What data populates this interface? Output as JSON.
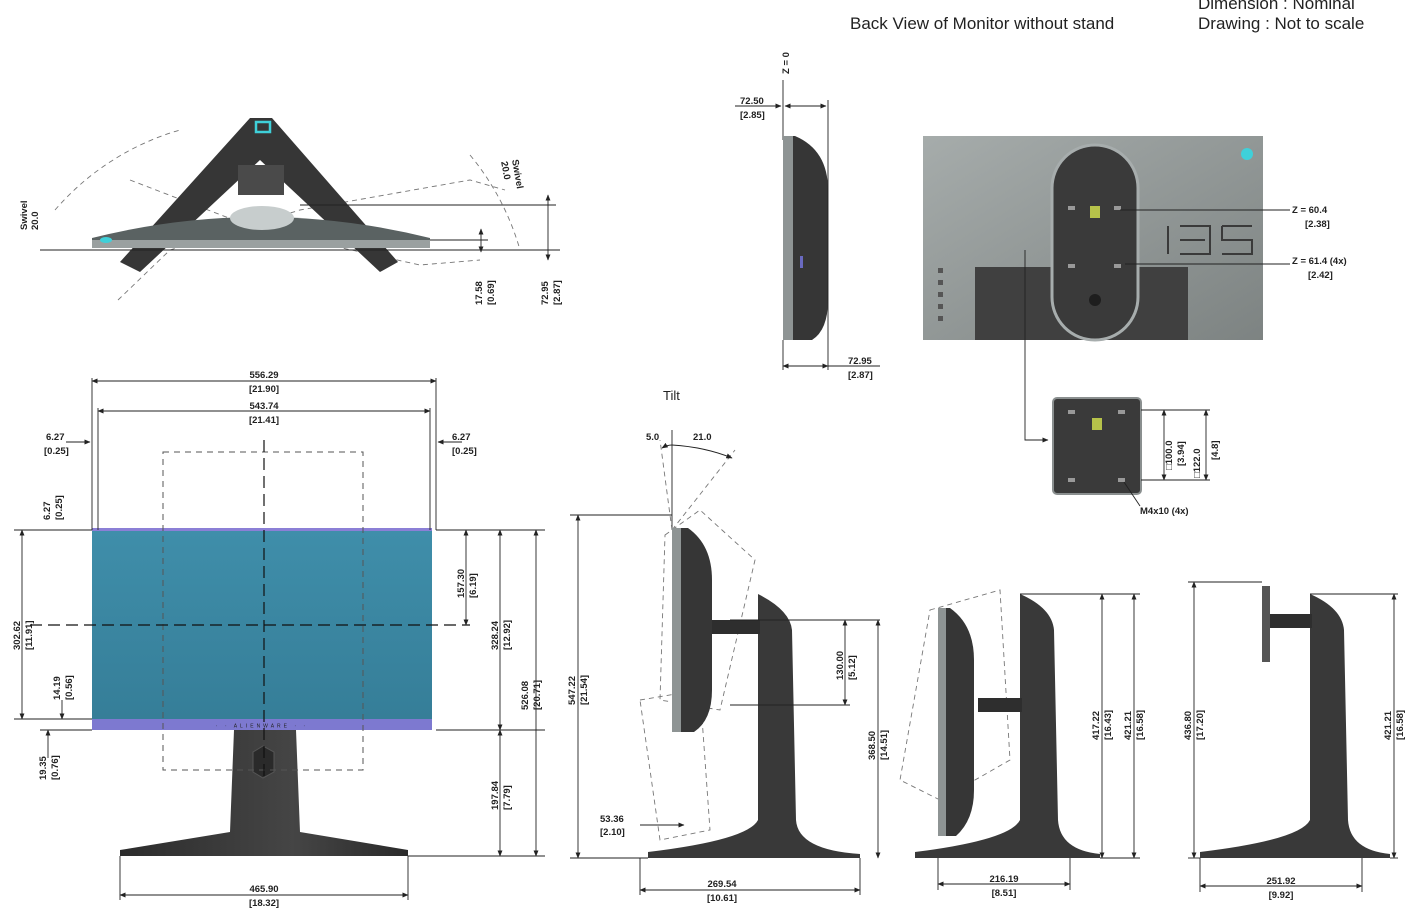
{
  "header": {
    "back_view_title": "Back View of Monitor without stand",
    "dimension_note": "Dimension : Nominal",
    "drawing_note": "Drawing : Not to scale"
  },
  "colors": {
    "screen": "#3d8aa5",
    "body": "#3a3a3a",
    "rear_panel": "#8f9594",
    "accent": "#3fd0d9",
    "screen_edge": "#8b7fd6"
  },
  "top_view": {
    "swivel_left": "Swivel\n20.0",
    "swivel_right": "Swivel\n20.0",
    "dims": [
      {
        "mm": "17.58",
        "in": "[0.69]"
      },
      {
        "mm": "72.95",
        "in": "[2.87]"
      }
    ]
  },
  "front_view": {
    "dims": [
      {
        "mm": "556.29",
        "in": "[21.90]"
      },
      {
        "mm": "543.74",
        "in": "[21.41]"
      },
      {
        "mm": "6.27",
        "in": "[0.25]"
      },
      {
        "mm": "6.27",
        "in": "[0.25]"
      },
      {
        "mm": "6.27",
        "in": "[0.25]"
      },
      {
        "mm": "302.62",
        "in": "[11.91]"
      },
      {
        "mm": "14.19",
        "in": "[0.56]"
      },
      {
        "mm": "19.35",
        "in": "[0.76]"
      },
      {
        "mm": "157.30",
        "in": "[6.19]"
      },
      {
        "mm": "328.24",
        "in": "[12.92]"
      },
      {
        "mm": "526.08",
        "in": "[20.71]"
      },
      {
        "mm": "197.84",
        "in": "[7.79]"
      },
      {
        "mm": "465.90",
        "in": "[18.32]"
      }
    ]
  },
  "side_view_top": {
    "z_label": "Z = 0",
    "dims": [
      {
        "mm": "72.50",
        "in": "[2.85]"
      },
      {
        "mm": "72.95",
        "in": "[2.87]"
      }
    ]
  },
  "back_view": {
    "callouts": [
      {
        "text": "Z = 60.4",
        "sub": "[2.38]"
      },
      {
        "text": "Z = 61.4 (4x)",
        "sub": "[2.42]"
      }
    ]
  },
  "vesa_detail": {
    "dims": [
      {
        "mm": "□100.0",
        "in": "[3.94]"
      },
      {
        "mm": "□122.0",
        "in": "[4.8]"
      }
    ],
    "screw_label": "M4x10 (4x)"
  },
  "tilt_view": {
    "label": "Tilt",
    "angle_back": "5.0",
    "angle_fwd": "21.0",
    "dims": [
      {
        "mm": "547.22",
        "in": "[21.54]"
      },
      {
        "mm": "130.00",
        "in": "[5.12]"
      },
      {
        "mm": "368.50",
        "in": "[14.51]"
      },
      {
        "mm": "53.36",
        "in": "[2.10]"
      },
      {
        "mm": "269.54",
        "in": "[10.61]"
      }
    ]
  },
  "side_view_mid": {
    "dims": [
      {
        "mm": "417.22",
        "in": "[16.43]"
      },
      {
        "mm": "421.21",
        "in": "[16.58]"
      },
      {
        "mm": "216.19",
        "in": "[8.51]"
      }
    ]
  },
  "side_view_right": {
    "dims": [
      {
        "mm": "436.80",
        "in": "[17.20]"
      },
      {
        "mm": "421.21",
        "in": "[16.58]"
      },
      {
        "mm": "251.92",
        "in": "[9.92]"
      }
    ]
  }
}
